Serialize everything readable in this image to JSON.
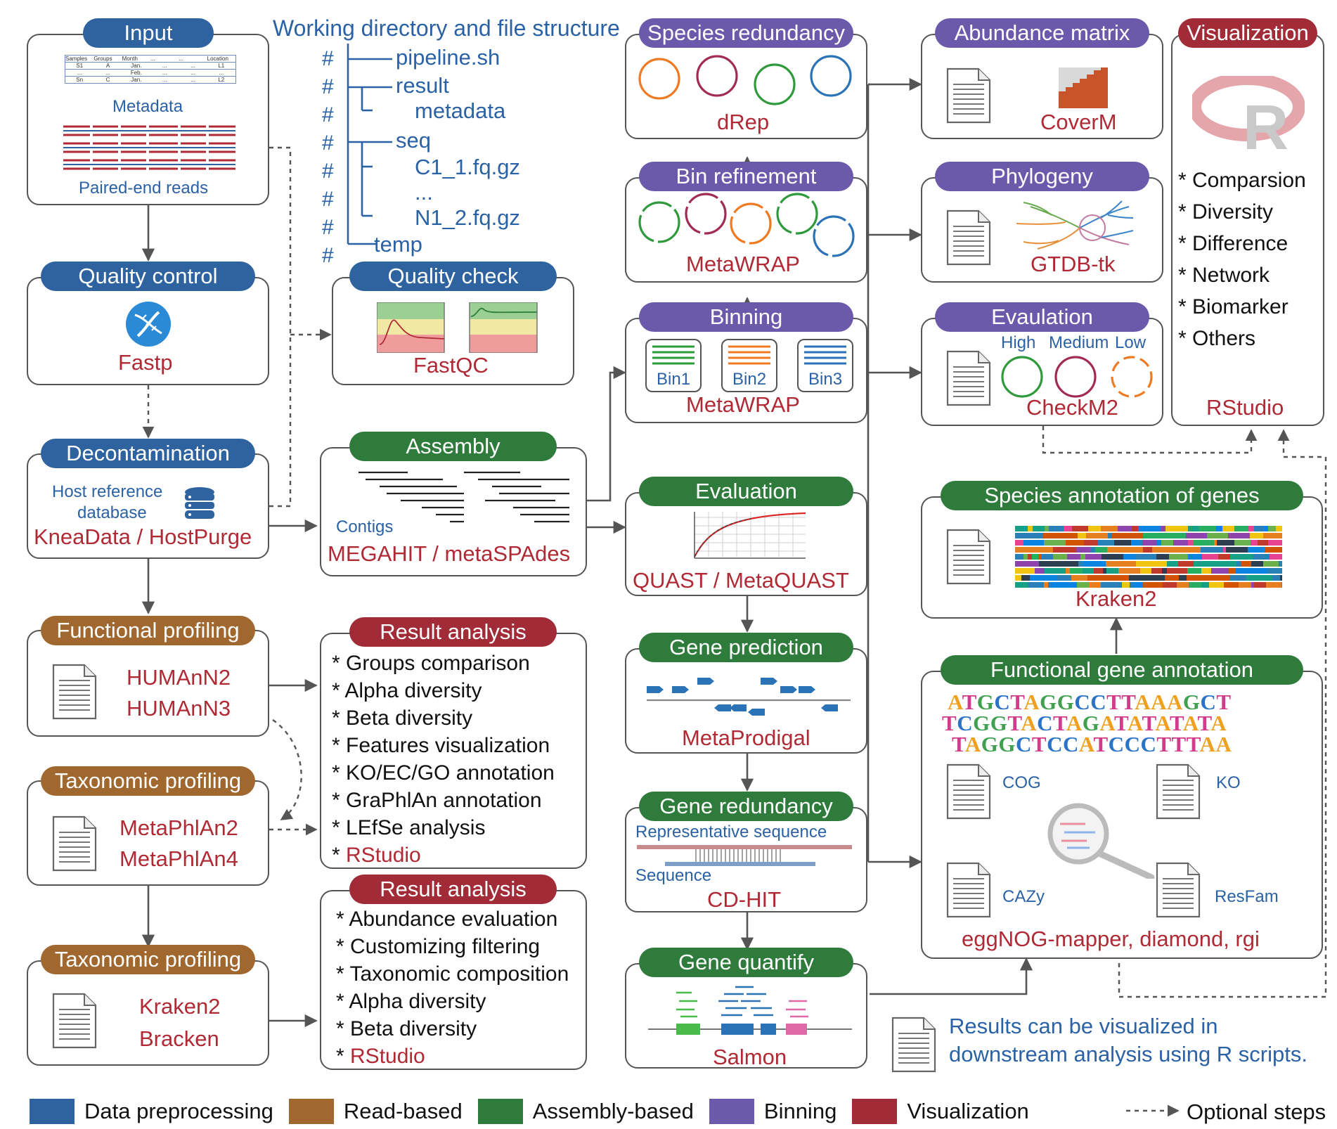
{
  "title": "Working directory and file structure",
  "tree": {
    "lines": [
      "pipeline.sh",
      "result",
      "metadata",
      "seq",
      "C1_1.fq.gz",
      "...",
      "N1_2.fq.gz",
      "temp"
    ]
  },
  "boxes": {
    "input": {
      "header": "Input",
      "metadata_label": "Metadata",
      "reads_label": "Paired-end reads",
      "table": {
        "headers": [
          "Samples",
          "Groups",
          "Month",
          "...",
          "...",
          "Location"
        ],
        "rows": [
          [
            "S1",
            "A",
            "Jan.",
            "...",
            "...",
            "L1"
          ],
          [
            "...",
            "...",
            "Feb.",
            "...",
            "...",
            "..."
          ],
          [
            "Sn",
            "C",
            "Jan.",
            "...",
            "...",
            "L2"
          ]
        ]
      }
    },
    "quality_control": {
      "header": "Quality control",
      "tool": "Fastp"
    },
    "quality_check": {
      "header": "Quality check",
      "tool": "FastQC"
    },
    "decontamination": {
      "header": "Decontamination",
      "label1": "Host reference",
      "label2": "database",
      "tool": "KneaData / HostPurge"
    },
    "assembly": {
      "header": "Assembly",
      "contigs_label": "Contigs",
      "tool": "MEGAHIT / metaSPAdes"
    },
    "functional_profiling": {
      "header": "Functional profiling",
      "tool1": "HUMAnN2",
      "tool2": "HUMAnN3"
    },
    "taxonomic_profiling_1": {
      "header": "Taxonomic profiling",
      "tool1": "MetaPhlAn2",
      "tool2": "MetaPhlAn4"
    },
    "taxonomic_profiling_2": {
      "header": "Taxonomic profiling",
      "tool1": "Kraken2",
      "tool2": "Bracken"
    },
    "result_analysis_1": {
      "header": "Result analysis",
      "items": [
        "Groups comparison",
        "Alpha diversity",
        "Beta diversity",
        "Features visualization",
        "KO/EC/GO annotation",
        "GraPhlAn annotation",
        "LEfSe analysis"
      ],
      "last_item": "RStudio"
    },
    "result_analysis_2": {
      "header": "Result analysis",
      "items": [
        "Abundance evaluation",
        "Customizing filtering",
        "Taxonomic composition",
        "Alpha diversity",
        "Beta diversity"
      ],
      "last_item": "RStudio"
    },
    "species_redundancy": {
      "header": "Species redundancy",
      "tool": "dRep"
    },
    "bin_refinement": {
      "header": "Bin refinement",
      "tool": "MetaWRAP"
    },
    "binning": {
      "header": "Binning",
      "bins": [
        "Bin1",
        "Bin2",
        "Bin3"
      ],
      "tool": "MetaWRAP"
    },
    "evaluation_assembly": {
      "header": "Evaluation",
      "tool": "QUAST / MetaQUAST"
    },
    "gene_prediction": {
      "header": "Gene prediction",
      "tool": "MetaProdigal"
    },
    "gene_redundancy": {
      "header": "Gene redundancy",
      "label_top": "Representative sequence",
      "label_bottom": "Sequence",
      "tool": "CD-HIT"
    },
    "gene_quantify": {
      "header": "Gene quantify",
      "tool": "Salmon"
    },
    "abundance_matrix": {
      "header": "Abundance matrix",
      "tool": "CoverM"
    },
    "phylogeny": {
      "header": "Phylogeny",
      "tool": "GTDB-tk"
    },
    "evaluation_bins": {
      "header": "Evaulation",
      "levels": [
        "High",
        "Medium",
        "Low"
      ],
      "tool": "CheckM2"
    },
    "visualization": {
      "header": "Visualization",
      "items": [
        "Comparsion",
        "Diversity",
        "Difference",
        "Network",
        "Biomarker",
        "Others"
      ],
      "tool": "RStudio"
    },
    "species_annotation": {
      "header": "Species annotation of genes",
      "tool": "Kraken2"
    },
    "functional_annotation": {
      "header": "Functional gene annotation",
      "sequences": [
        "ATGCTAGGCCTTAAAGCT",
        "TCGGTACTAGATATATATA",
        "TAGGCTCCATCCCTTTAA"
      ],
      "databases": [
        "COG",
        "KO",
        "CAZy",
        "ResFam"
      ],
      "tool": "eggNOG-mapper, diamond, rgi"
    }
  },
  "note": {
    "line1": "Results can be visualized in",
    "line2": "downstream analysis using R scripts."
  },
  "legend": {
    "items": [
      {
        "label": "Data preprocessing",
        "color": "#2f63a0"
      },
      {
        "label": "Read-based",
        "color": "#a0672e"
      },
      {
        "label": "Assembly-based",
        "color": "#2e7b3c"
      },
      {
        "label": "Binning",
        "color": "#6b59ac"
      },
      {
        "label": "Visualization",
        "color": "#a22b38"
      }
    ],
    "optional_label": "Optional steps"
  },
  "colors": {
    "tool_red": "#b02a35",
    "text_blue": "#2b62a6",
    "arrow": "#555555"
  }
}
